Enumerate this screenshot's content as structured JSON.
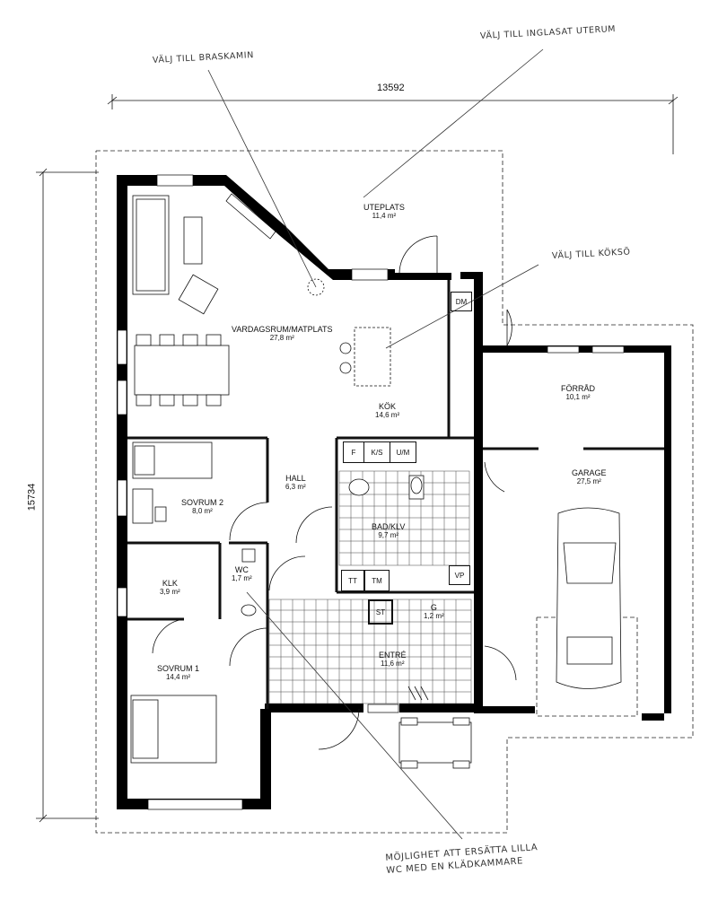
{
  "dimensions": {
    "width_total": "13592",
    "height_total": "15734"
  },
  "annotations": {
    "fireplace": "VÄLJ TILL BRASKAMIN",
    "sunroom": "VÄLJ TILL INGLASAT UTERUM",
    "kitchen_island": "VÄLJ TILL KÖKSÖ",
    "wc_option_line1": "MÖJLIGHET ATT ERSÄTTA LILLA",
    "wc_option_line2": "WC MED EN KLÄDKAMMARE"
  },
  "rooms": {
    "uteplats": {
      "name": "UTEPLATS",
      "area": "11,4 m²"
    },
    "vardagsrum": {
      "name": "VARDAGSRUM/MATPLATS",
      "area": "27,8 m²"
    },
    "kok": {
      "name": "KÖK",
      "area": "14,6 m²"
    },
    "forrad": {
      "name": "FÖRRÅD",
      "area": "10,1 m²"
    },
    "garage": {
      "name": "GARAGE",
      "area": "27,5 m²"
    },
    "hall": {
      "name": "HALL",
      "area": "6,3 m²"
    },
    "sovrum2": {
      "name": "SOVRUM 2",
      "area": "8,0 m²"
    },
    "badklv": {
      "name": "BAD/KLV",
      "area": "9,7 m²"
    },
    "klk": {
      "name": "KLK",
      "area": "3,9 m²"
    },
    "wc": {
      "name": "WC",
      "area": "1,7 m²"
    },
    "g": {
      "name": "G",
      "area": "1,2 m²"
    },
    "entre": {
      "name": "ENTRÉ",
      "area": "11,6 m²"
    },
    "sovrum1": {
      "name": "SOVRUM 1",
      "area": "14,4 m²"
    }
  },
  "fixtures": {
    "dm": "DM",
    "f": "F",
    "ks": "K/S",
    "um": "U/M",
    "tt": "TT",
    "tm": "TM",
    "vp": "VP",
    "st": "ST"
  }
}
